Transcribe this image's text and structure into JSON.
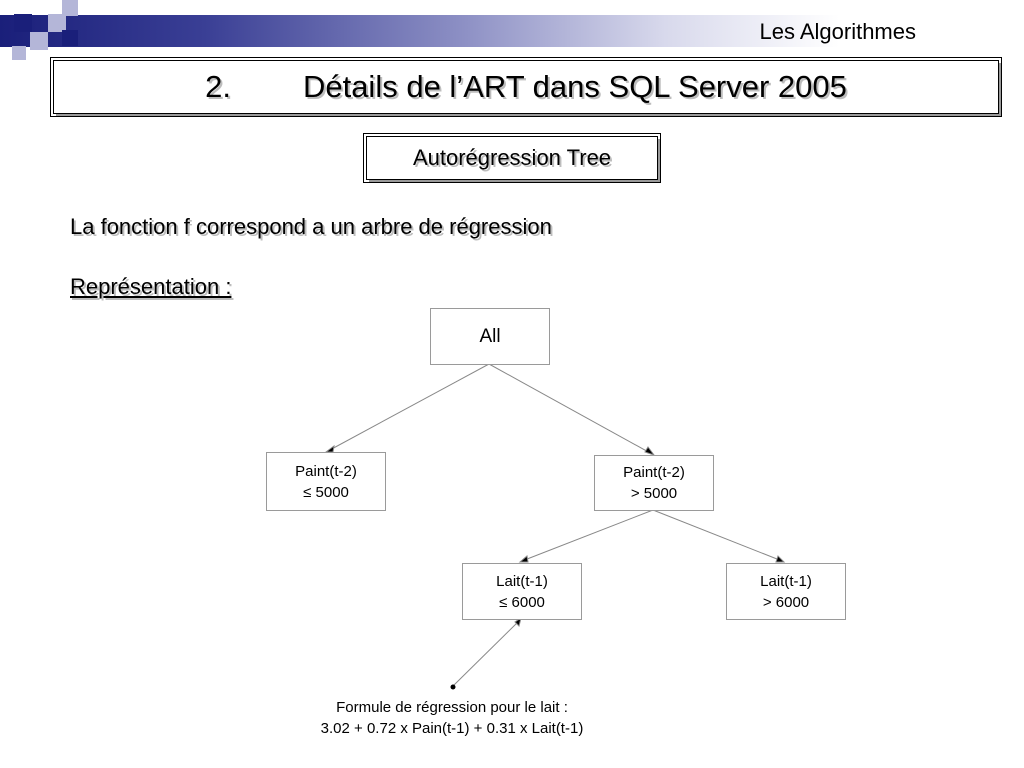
{
  "header": {
    "label": "Les Algorithmes",
    "colors": {
      "band_dark": "#1a1f7a",
      "square_light": "#b4b6d8"
    }
  },
  "title": {
    "number": "2.",
    "text": "Détails de l’ART dans SQL Server 2005"
  },
  "subtitle": "Autorégression Tree",
  "body": {
    "line1": "La fonction f correspond a un arbre de régression",
    "line2": "Représentation :"
  },
  "tree": {
    "root": "All",
    "left": {
      "line1": "Paint(t-2)",
      "line2": "≤ 5000"
    },
    "right": {
      "line1": "Paint(t-2)",
      "line2": "> 5000"
    },
    "right_left": {
      "line1": "Lait(t-1)",
      "line2": "≤ 6000"
    },
    "right_right": {
      "line1": "Lait(t-1)",
      "line2": "> 6000"
    }
  },
  "formula": {
    "line1": "Formule de régression pour le lait :",
    "line2": "3.02 + 0.72 x Pain(t-1) + 0.31 x Lait(t-1)"
  }
}
